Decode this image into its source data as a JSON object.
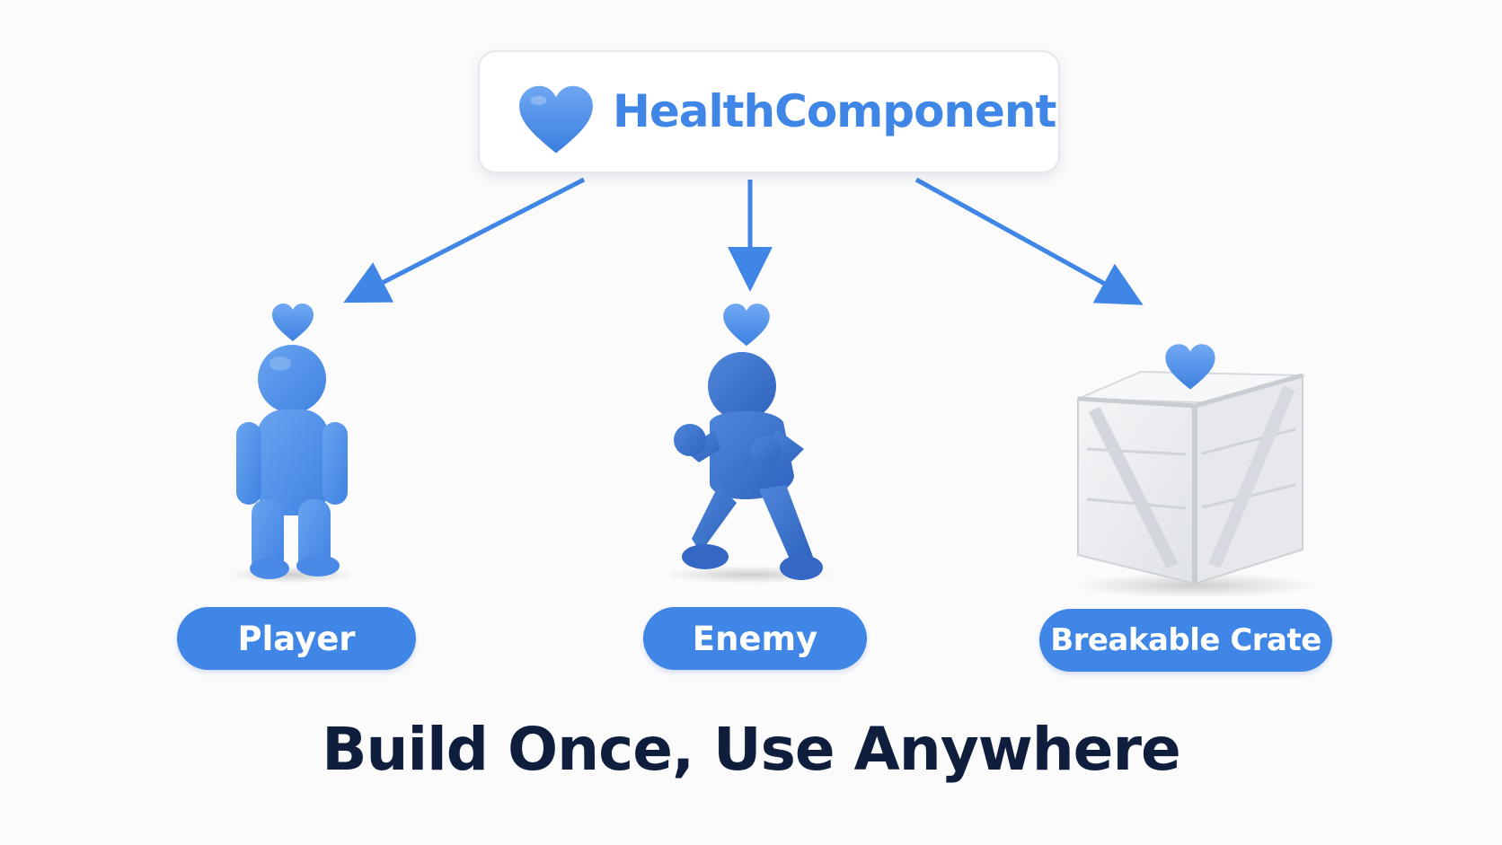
{
  "component": {
    "name": "HealthComponent",
    "icon": "heart-icon"
  },
  "entities": [
    {
      "label": "Player",
      "icon": "player-figure-icon"
    },
    {
      "label": "Enemy",
      "icon": "enemy-fighter-figure-icon"
    },
    {
      "label": "Breakable Crate",
      "icon": "wooden-crate-icon"
    }
  ],
  "tagline": "Build Once, Use Anywhere",
  "colors": {
    "accent": "#3f86e6",
    "enemy": "#3a72cf",
    "title_text": "#0f1e3d",
    "crate": "#eef0f3"
  }
}
